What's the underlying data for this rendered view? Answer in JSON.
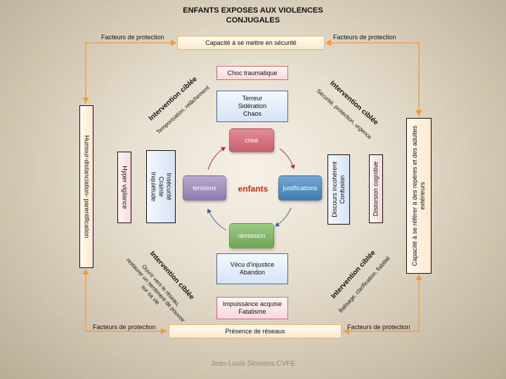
{
  "title": "ENFANTS EXPOSES AUX VIOLENCES\nCONJUGALES",
  "top_box": "Capacité à se mettre en sécurité",
  "bottom_box": "Présence de réseaux",
  "left_box": "Humour-distanciation- parentification",
  "right_box": "Capacité à se référer à des repères et des adultes\nextérieurs",
  "facteurs": {
    "top_left": "Facteurs de protection",
    "top_right": "Facteurs de protection",
    "bottom_left": "Facteurs de protection",
    "bottom_right": "Facteurs de protection"
  },
  "boxes": {
    "choc": "Choc traumatique",
    "terreur": "Terreur\nSidération\nChaos",
    "vecu": "Vécu d’injustice\nAbandon",
    "impuissance": "Impuissance acquise\nFatalisme",
    "hyper": "Hyper vigilance",
    "insecurite": "Insécurité\nCrainte\nInquiétude",
    "discours": "Discours incohérent\nConfusion",
    "distorsion": "Distorsion cognitive"
  },
  "cycle": {
    "crise": "crise",
    "tensions": "tensions",
    "justifications": "justifications",
    "remission": "rémission",
    "center": "enfants"
  },
  "interventions": {
    "top_left": {
      "title": "Intervention ciblée",
      "text": "Temporisation, relâchement"
    },
    "top_right": {
      "title": "Intervention ciblée",
      "text": "Sécurité, protection, urgence"
    },
    "bottom_left": {
      "title": "Intervention ciblée",
      "text": "Ouvrir vers le réseau,\nrestaurer un sentiment de pouvoir\nsur sa vie"
    },
    "bottom_right": {
      "title": "Intervention ciblée",
      "text": "Balisage, clarification, fiabilité"
    }
  },
  "author": "Jean-Louis Simoens CVFE",
  "colors": {
    "orange_line": "#f19a3e",
    "arrow_red": "#b0283c",
    "arrow_blue": "#3a5f9a"
  }
}
